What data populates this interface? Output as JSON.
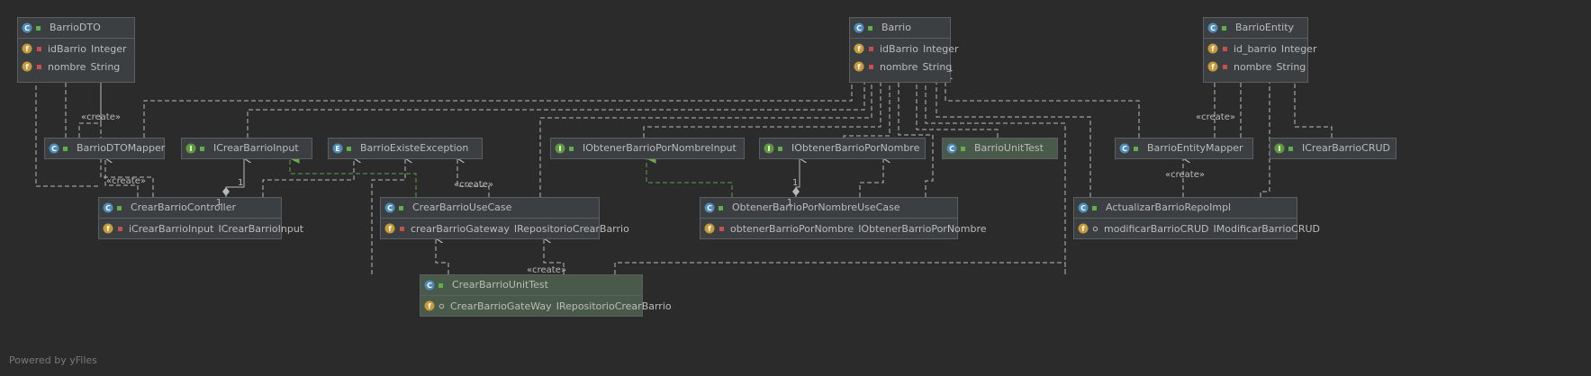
{
  "nodes": [
    {
      "id": "BarrioDTO",
      "name": "BarrioDTO",
      "kind": "class",
      "fields": [
        {
          "name": "idBarrio",
          "type": "Integer",
          "access": "private"
        },
        {
          "name": "nombre",
          "type": "String",
          "access": "private"
        }
      ]
    },
    {
      "id": "Barrio",
      "name": "Barrio",
      "kind": "class",
      "fields": [
        {
          "name": "idBarrio",
          "type": "Integer",
          "access": "private"
        },
        {
          "name": "nombre",
          "type": "String",
          "access": "private"
        }
      ]
    },
    {
      "id": "BarrioEntity",
      "name": "BarrioEntity",
      "kind": "class",
      "fields": [
        {
          "name": "id_barrio",
          "type": "Integer",
          "access": "private"
        },
        {
          "name": "nombre",
          "type": "String",
          "access": "private"
        }
      ]
    },
    {
      "id": "BarrioDTOMapper",
      "name": "BarrioDTOMapper",
      "kind": "class",
      "fields": []
    },
    {
      "id": "ICrearBarrioInput",
      "name": "ICrearBarrioInput",
      "kind": "interface",
      "fields": []
    },
    {
      "id": "BarrioExisteException",
      "name": "BarrioExisteException",
      "kind": "exception",
      "fields": []
    },
    {
      "id": "IObtenerBarrioPorNombreInput",
      "name": "IObtenerBarrioPorNombreInput",
      "kind": "interface",
      "fields": []
    },
    {
      "id": "IObtenerBarrioPorNombre",
      "name": "IObtenerBarrioPorNombre",
      "kind": "interface",
      "fields": []
    },
    {
      "id": "BarrioUnitTest",
      "name": "BarrioUnitTest",
      "kind": "test",
      "fields": []
    },
    {
      "id": "BarrioEntityMapper",
      "name": "BarrioEntityMapper",
      "kind": "class",
      "fields": []
    },
    {
      "id": "ICrearBarrioCRUD",
      "name": "ICrearBarrioCRUD",
      "kind": "interface",
      "fields": []
    },
    {
      "id": "CrearBarrioController",
      "name": "CrearBarrioController",
      "kind": "class",
      "fields": [
        {
          "name": "iCrearBarrioInput",
          "type": "ICrearBarrioInput",
          "access": "private"
        }
      ]
    },
    {
      "id": "CrearBarrioUseCase",
      "name": "CrearBarrioUseCase",
      "kind": "class",
      "fields": [
        {
          "name": "crearBarrioGateway",
          "type": "IRepositorioCrearBarrio",
          "access": "private"
        }
      ]
    },
    {
      "id": "ObtenerBarrioPorNombreUseCase",
      "name": "ObtenerBarrioPorNombreUseCase",
      "kind": "class",
      "fields": [
        {
          "name": "obtenerBarrioPorNombre",
          "type": "IObtenerBarrioPorNombre",
          "access": "private"
        }
      ]
    },
    {
      "id": "ActualizarBarrioRepoImpl",
      "name": "ActualizarBarrioRepoImpl",
      "kind": "class",
      "fields": [
        {
          "name": "modificarBarrioCRUD",
          "type": "IModificarBarrioCRUD",
          "access": "package"
        }
      ]
    },
    {
      "id": "CrearBarrioUnitTest",
      "name": "CrearBarrioUnitTest",
      "kind": "test",
      "fields": [
        {
          "name": "CrearBarrioGateWay",
          "type": "IRepositorioCrearBarrio",
          "access": "package"
        }
      ]
    }
  ],
  "edge_labels": {
    "create": "«create»",
    "multiplicity": "1"
  },
  "icons": {
    "class": "C",
    "interface": "I",
    "exception": "E",
    "field": "f"
  },
  "colors": {
    "background": "#2b2b2b",
    "class_icon": "#4d8cb8",
    "interface_icon": "#5e9a3d",
    "field_icon": "#c69a3a",
    "implements_edge": "#5f9e4a",
    "dependency_edge": "#b8b8b8"
  },
  "footer": {
    "credit": "Powered by yFiles"
  }
}
